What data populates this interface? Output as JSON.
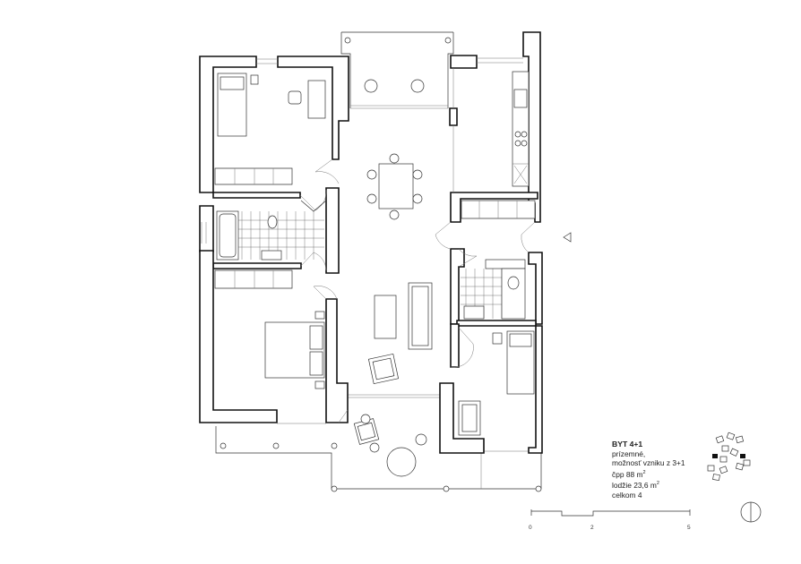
{
  "legend": {
    "title": "BYT 4+1",
    "line1": "prízemné,",
    "line2": "možnosť vzniku z 3+1",
    "line3_prefix": "čpp 88 m",
    "line3_sup": "2",
    "line4_prefix": "lodžie 23,6 m",
    "line4_sup": "2",
    "line5": "celkom 4"
  },
  "scale": {
    "labels": [
      "0",
      "2",
      "5"
    ]
  }
}
